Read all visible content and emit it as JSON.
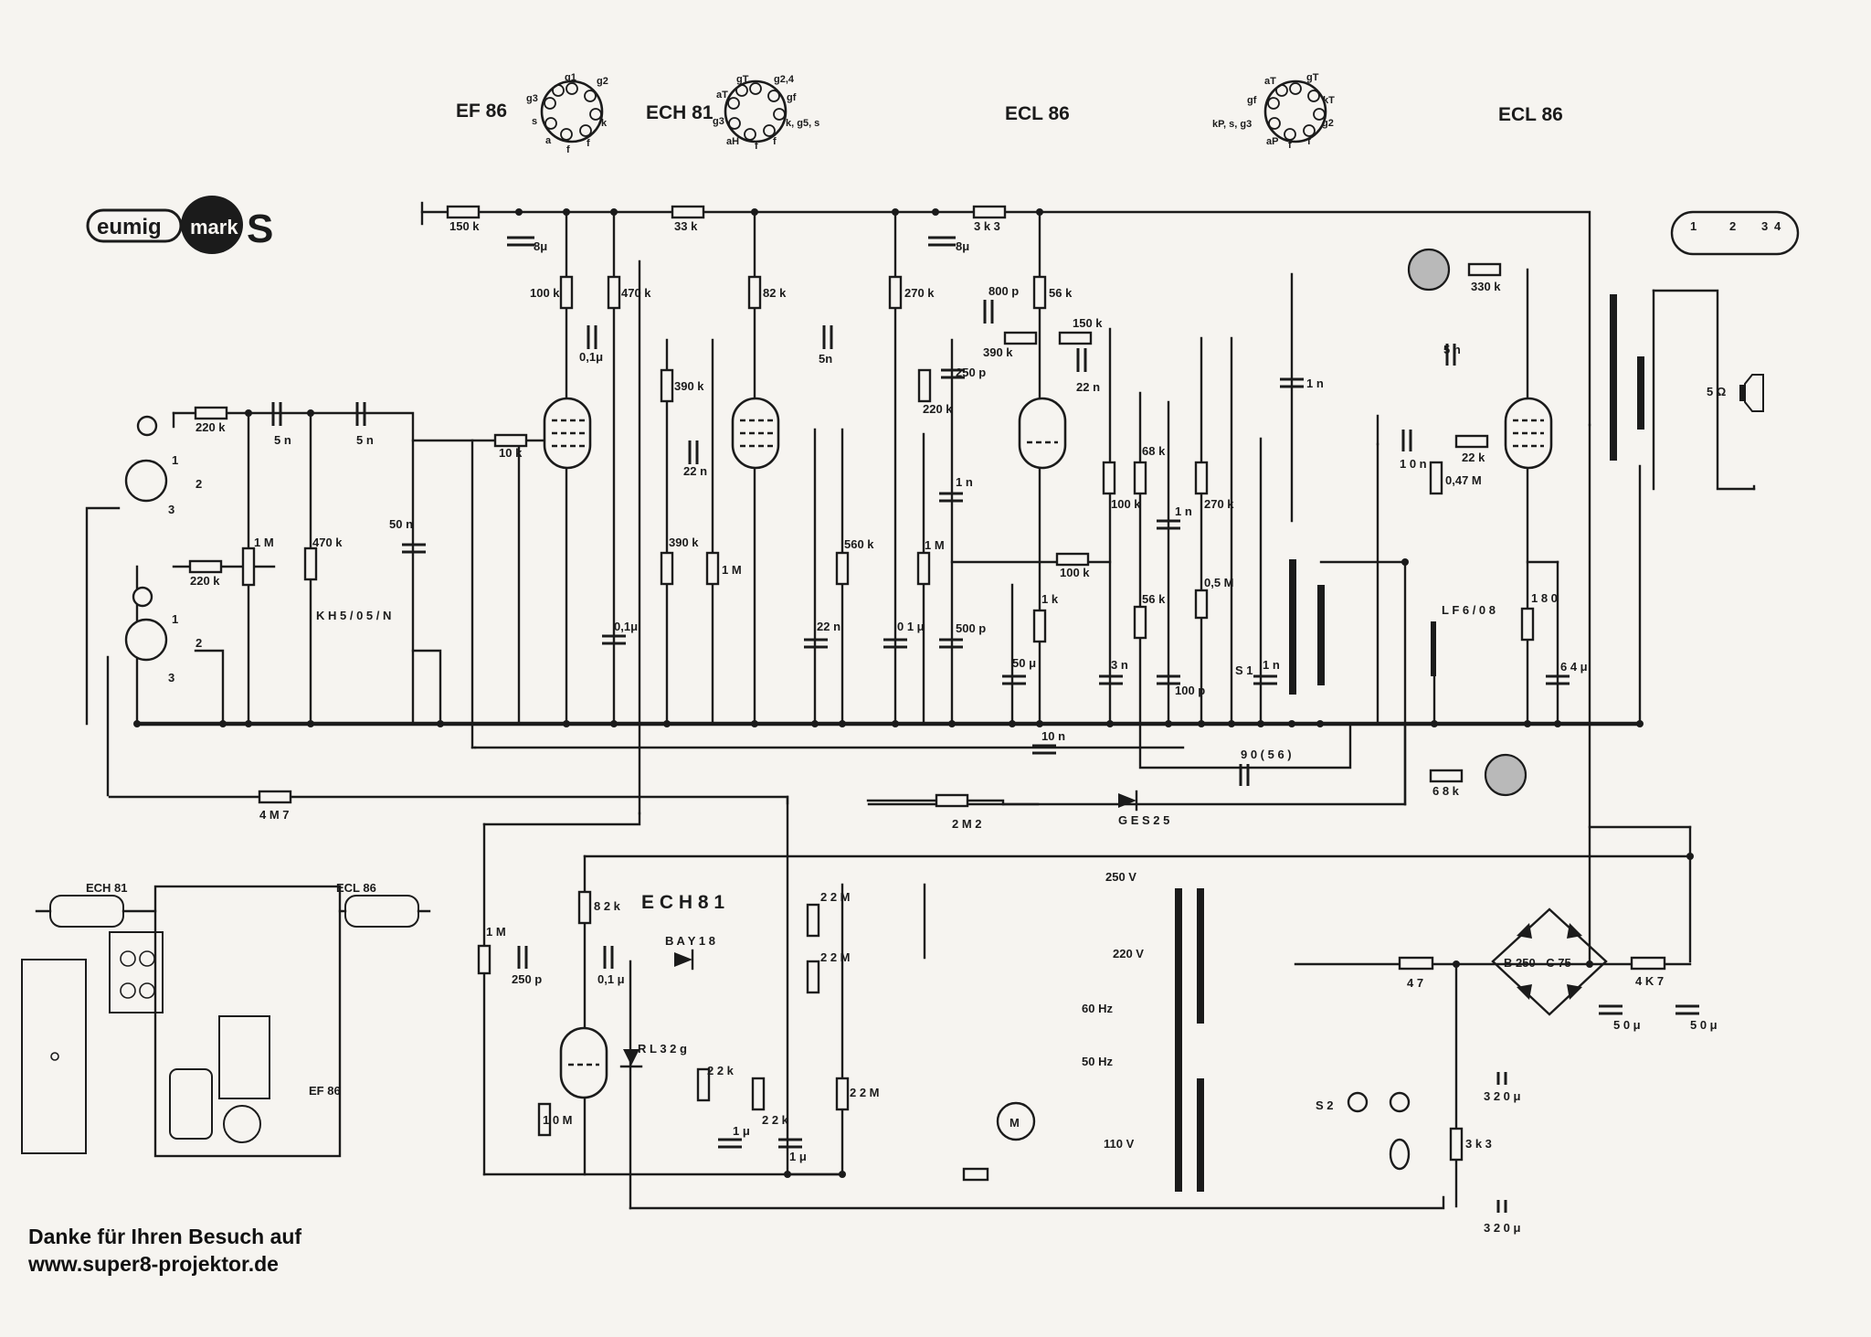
{
  "tubes": [
    {
      "id": "ef86",
      "label": "EF 86",
      "pins": [
        "g1",
        "g2",
        "g3",
        "s",
        "a",
        "f",
        "f",
        "k"
      ]
    },
    {
      "id": "ech81",
      "label": "ECH 81",
      "pins": [
        "gT",
        "g2,4",
        "aT",
        "gf",
        "g3",
        "k, g5, s",
        "aH",
        "f",
        "f"
      ]
    },
    {
      "id": "ecl86a",
      "label": "ECL 86"
    },
    {
      "id": "ecl86b",
      "label": "ECL 86",
      "pins": [
        "aT",
        "gT",
        "gf",
        "kT",
        "kP, s, g3",
        "g2",
        "aP",
        "f",
        "f"
      ]
    }
  ],
  "logo": {
    "brand": "eumig",
    "model": "mark",
    "suffix": "S"
  },
  "components": {
    "r_150k": "150 k",
    "c_8u_a": "8μ",
    "r_100k_a": "100 k",
    "r_470k_a": "470 k",
    "c_01u_a": "0,1μ",
    "r_33k": "33 k",
    "r_82k_a": "82 k",
    "c_5n_a": "5n",
    "r_390k_a": "390 k",
    "c_22n_a": "22 n",
    "r_270k": "270 k",
    "r_3k3": "3 k 3",
    "c_8u_b": "8μ",
    "c_800p": "800 p",
    "r_56k_a": "56 k",
    "r_390k_b": "390 k",
    "r_150k_b": "150 k",
    "c_22n_b": "22 n",
    "c_250p_a": "250 p",
    "r_220k_c": "220 k",
    "r_220k_a": "220 k",
    "c_5n_b": "5 n",
    "c_5n_c": "5 n",
    "r_10k": "10 k",
    "c_50n": "50 n",
    "r_1M_pot": "1 M",
    "r_220k_b": "220 k",
    "r_470k_b": "470 k",
    "kh": "K H 5 / 0 5 / N",
    "c_01u_b": "0,1μ",
    "r_390k_c": "390 k",
    "r_1M_a": "1 M",
    "r_560k": "560 k",
    "c_22n_c": "22 n",
    "c_01u_c": "0 1 μ",
    "r_1M_b": "1 M",
    "c_1n_a": "1 n",
    "c_500p": "500 p",
    "r_100k_b": "100 k",
    "r_1k": "1 k",
    "c_50u_a": "50 μ",
    "c_10n_a": "10 n",
    "r_100k_c": "100 k",
    "r_68k_a": "68 k",
    "c_1n_b": "1 n",
    "r_270k_b": "270 k",
    "r_56k_b": "56 k",
    "c_3n": "3 n",
    "c_100p": "100 p",
    "pot_05M": "0,5 M",
    "s1": "S 1",
    "c_1n_c": "1 n",
    "c_1n_d": "1 n",
    "r_330k": "330 k",
    "c_5n_d": "5 n",
    "c_10n_b": "1 0 n",
    "r_22k_a": "22 k",
    "r_047M": "0,47 M",
    "lf": "L F 6 / 0 8",
    "r_180": "1 8 0",
    "c_64u": "6 4 μ",
    "speaker": "5 Ω",
    "jack_1": "1",
    "jack_2": "2",
    "jack_3": "3",
    "jack_4": "4",
    "r_4M7": "4 M 7",
    "pot_2M2": "2 M 2",
    "diode_ges": "G E S 2 5",
    "c_90_56": "9 0 ( 5 6 )",
    "r_68k_b": "6 8 k",
    "tube_ech81_b": "E C H 8 1",
    "pot_1M_b": "1 M",
    "c_250p_b": "250 p",
    "r_82k_b": "8 2 k",
    "c_01u_d": "0,1 μ",
    "d_bay18": "B A Y 1 8",
    "r_10M": "1 0 M",
    "rl32g": "R L 3 2 g",
    "r_22k_b": "2 2 k",
    "c_1u_a": "1 μ",
    "r_22k_c": "2 2 k",
    "c_1u_b": "1 μ",
    "r_22M_a": "2 2 M",
    "r_22M_b": "2 2 M",
    "r_22M_c": "2 2 M",
    "v250": "250 V",
    "v220": "220 V",
    "hz60": "60 Hz",
    "hz50": "50 Hz",
    "v110": "110 V",
    "motor": "M",
    "r_47": "4 7",
    "bridge": "B 250 - C 75",
    "r_4k7": "4 K 7",
    "c_50u_b": "5 0 μ",
    "c_50u_c": "5 0 μ",
    "c_320u_a": "3 2 0 μ",
    "c_320u_b": "3 2 0 μ",
    "s2": "S 2",
    "pin1": "1",
    "pin2": "2",
    "pin3": "3",
    "pin1b": "1",
    "pin2b": "2",
    "pin3b": "3"
  },
  "chassis": {
    "left": "ECH 81",
    "right": "ECL 86",
    "bottom": "EF 86"
  },
  "footer": {
    "line1": "Danke für Ihren Besuch auf",
    "line2": "www.super8-projektor.de"
  }
}
